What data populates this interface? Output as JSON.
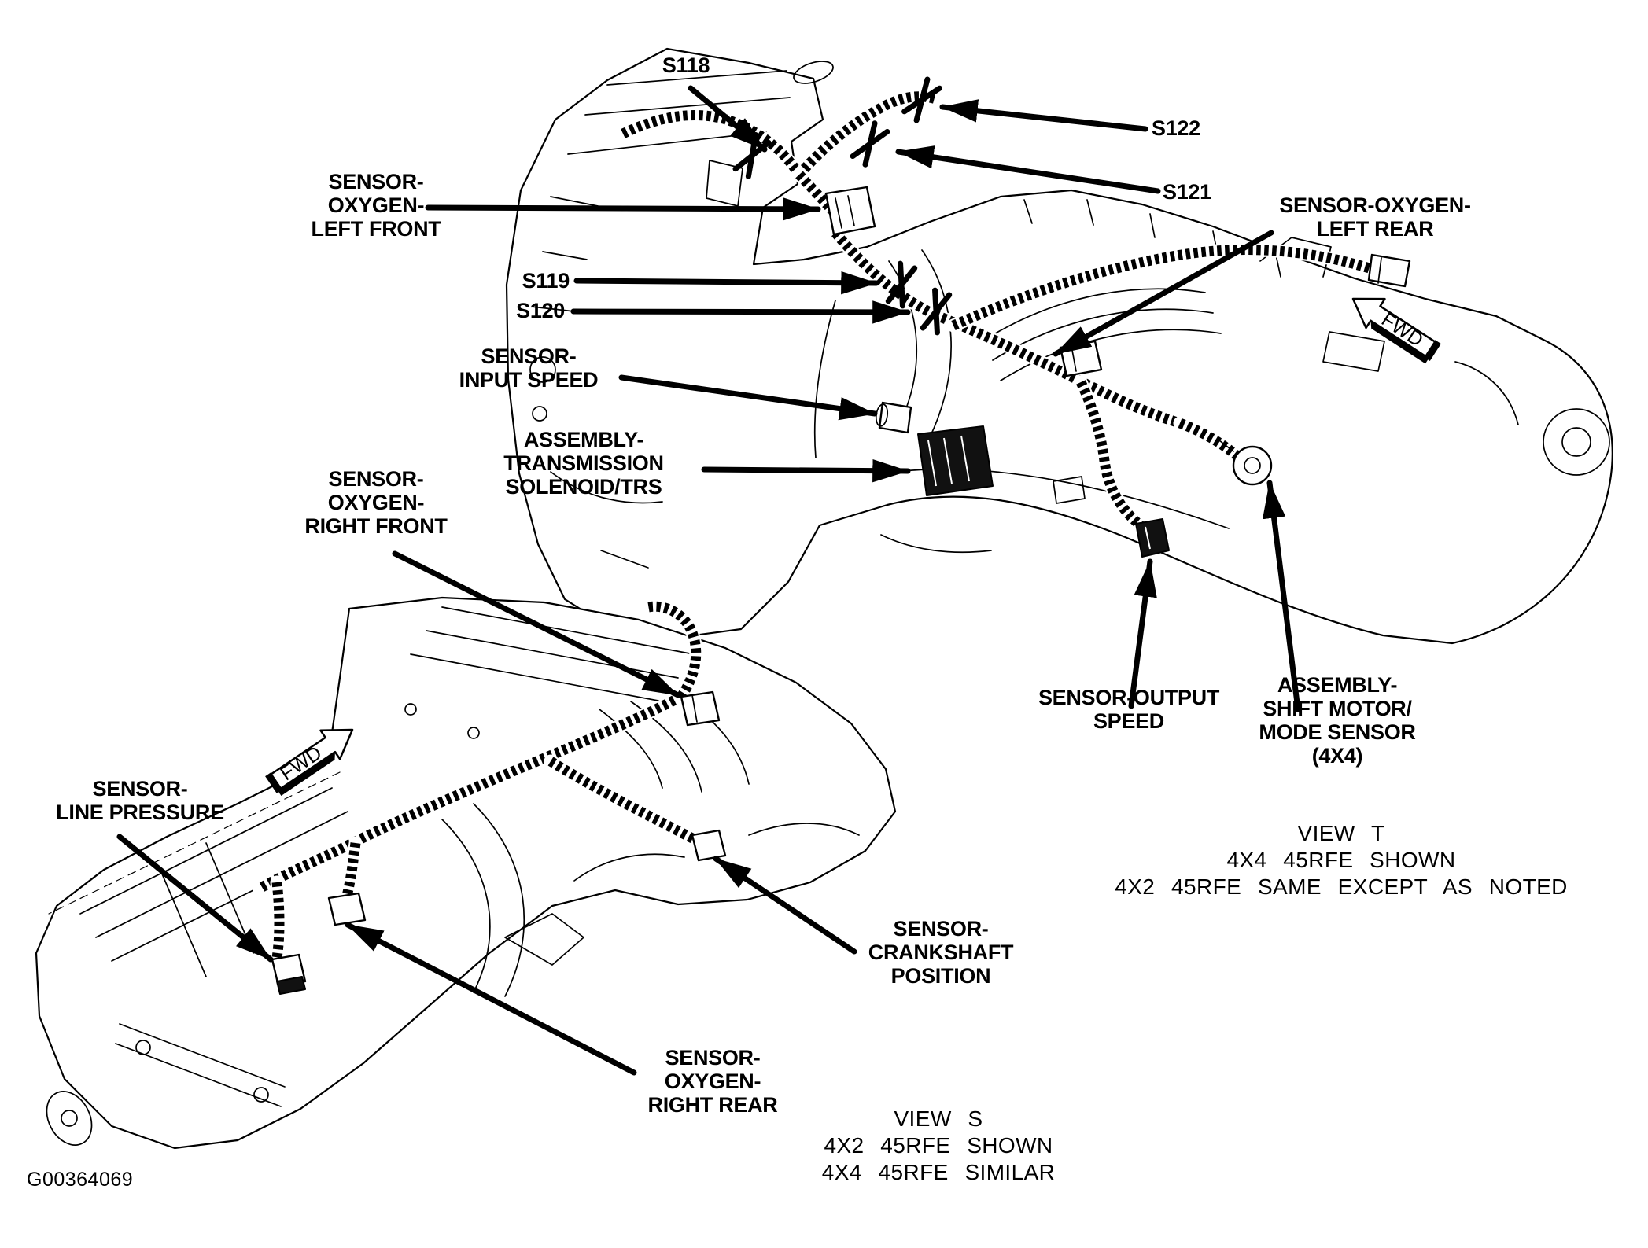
{
  "figure_code": "G00364069",
  "ink_color": "#000000",
  "paper_color": "#ffffff",
  "view_t": {
    "fwd_flag": "FWD",
    "caption": [
      "VIEW T",
      "4X4 45RFE SHOWN",
      "4X2 45RFE SAME EXCEPT AS NOTED"
    ],
    "callouts": {
      "s118": "S118",
      "s119": "S119",
      "s120": "S120",
      "s121": "S121",
      "s122": "S122",
      "o2_left_front": [
        "SENSOR-",
        "OXYGEN-",
        "LEFT FRONT"
      ],
      "o2_left_rear": [
        "SENSOR-OXYGEN-",
        "LEFT REAR"
      ],
      "input_speed": [
        "SENSOR-",
        "INPUT SPEED"
      ],
      "trans_solenoid": [
        "ASSEMBLY-",
        "TRANSMISSION",
        "SOLENOID/TRS"
      ],
      "output_speed": [
        "SENSOR-OUTPUT",
        "SPEED"
      ],
      "shift_motor": [
        "ASSEMBLY-",
        "SHIFT MOTOR/",
        "MODE SENSOR",
        "(4X4)"
      ]
    }
  },
  "view_s": {
    "fwd_flag": "FWD",
    "caption": [
      "VIEW S",
      "4X2 45RFE SHOWN",
      "4X4 45RFE SIMILAR"
    ],
    "callouts": {
      "o2_right_front": [
        "SENSOR-",
        "OXYGEN-",
        "RIGHT FRONT"
      ],
      "line_pressure": [
        "SENSOR-",
        "LINE PRESSURE"
      ],
      "crankshaft": [
        "SENSOR-",
        "CRANKSHAFT",
        "POSITION"
      ],
      "o2_right_rear": [
        "SENSOR-",
        "OXYGEN-",
        "RIGHT REAR"
      ]
    }
  }
}
